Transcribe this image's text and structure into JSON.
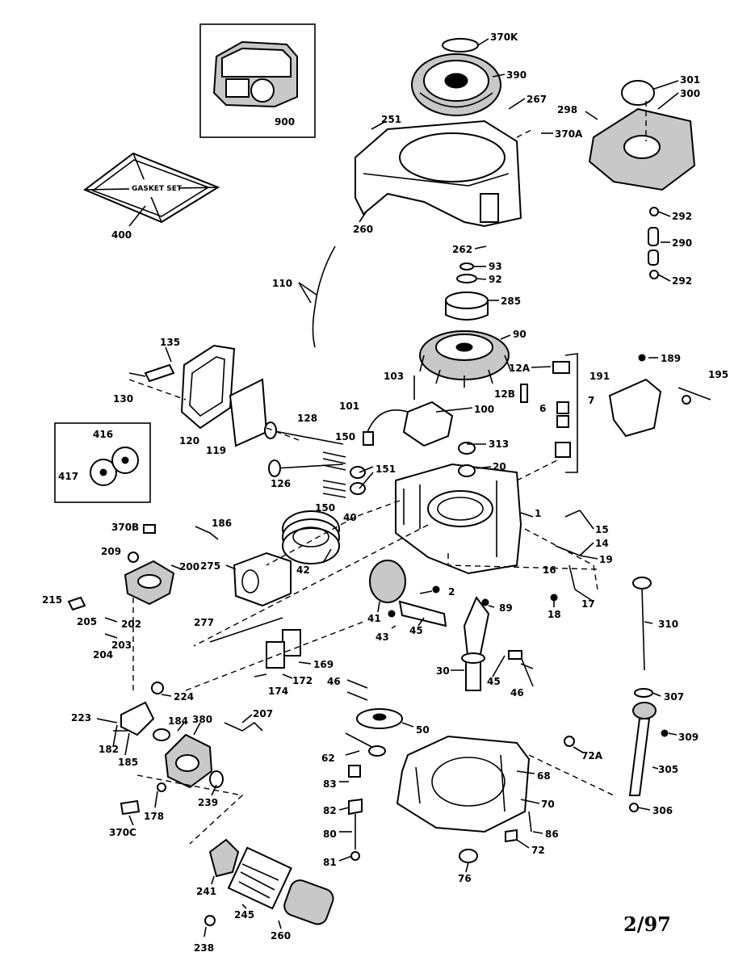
{
  "diagram": {
    "date_code": "2/97",
    "gasket_set_text": "GASKET SET",
    "labels": [
      {
        "id": "370K",
        "text": "370K"
      },
      {
        "id": "390",
        "text": "390"
      },
      {
        "id": "267",
        "text": "267"
      },
      {
        "id": "251",
        "text": "251"
      },
      {
        "id": "370A",
        "text": "370A"
      },
      {
        "id": "301",
        "text": "301"
      },
      {
        "id": "300",
        "text": "300"
      },
      {
        "id": "298",
        "text": "298"
      },
      {
        "id": "900",
        "text": "900"
      },
      {
        "id": "400",
        "text": "400"
      },
      {
        "id": "260",
        "text": "260"
      },
      {
        "id": "262",
        "text": "262"
      },
      {
        "id": "292a",
        "text": "292"
      },
      {
        "id": "290",
        "text": "290"
      },
      {
        "id": "292b",
        "text": "292"
      },
      {
        "id": "110",
        "text": "110"
      },
      {
        "id": "93",
        "text": "93"
      },
      {
        "id": "92",
        "text": "92"
      },
      {
        "id": "285",
        "text": "285"
      },
      {
        "id": "90",
        "text": "90"
      },
      {
        "id": "135",
        "text": "135"
      },
      {
        "id": "130",
        "text": "130"
      },
      {
        "id": "120",
        "text": "120"
      },
      {
        "id": "119",
        "text": "119"
      },
      {
        "id": "12A",
        "text": "12A"
      },
      {
        "id": "189",
        "text": "189"
      },
      {
        "id": "191",
        "text": "191"
      },
      {
        "id": "195",
        "text": "195"
      },
      {
        "id": "103",
        "text": "103"
      },
      {
        "id": "12B",
        "text": "12B"
      },
      {
        "id": "101",
        "text": "101"
      },
      {
        "id": "100",
        "text": "100"
      },
      {
        "id": "6",
        "text": "6"
      },
      {
        "id": "7",
        "text": "7"
      },
      {
        "id": "128",
        "text": "128"
      },
      {
        "id": "150a",
        "text": "150"
      },
      {
        "id": "126",
        "text": "126"
      },
      {
        "id": "151",
        "text": "151"
      },
      {
        "id": "150b",
        "text": "150"
      },
      {
        "id": "313",
        "text": "313"
      },
      {
        "id": "20",
        "text": "20"
      },
      {
        "id": "416",
        "text": "416"
      },
      {
        "id": "417",
        "text": "417"
      },
      {
        "id": "40",
        "text": "40"
      },
      {
        "id": "1",
        "text": "1"
      },
      {
        "id": "370B",
        "text": "370B"
      },
      {
        "id": "186",
        "text": "186"
      },
      {
        "id": "15",
        "text": "15"
      },
      {
        "id": "14",
        "text": "14"
      },
      {
        "id": "19",
        "text": "19"
      },
      {
        "id": "209",
        "text": "209"
      },
      {
        "id": "200",
        "text": "200"
      },
      {
        "id": "275",
        "text": "275"
      },
      {
        "id": "42",
        "text": "42"
      },
      {
        "id": "16",
        "text": "16"
      },
      {
        "id": "17",
        "text": "17"
      },
      {
        "id": "18",
        "text": "18"
      },
      {
        "id": "215",
        "text": "215"
      },
      {
        "id": "205",
        "text": "205"
      },
      {
        "id": "202",
        "text": "202"
      },
      {
        "id": "203",
        "text": "203"
      },
      {
        "id": "204",
        "text": "204"
      },
      {
        "id": "2",
        "text": "2"
      },
      {
        "id": "89",
        "text": "89"
      },
      {
        "id": "41",
        "text": "41"
      },
      {
        "id": "43",
        "text": "43"
      },
      {
        "id": "45a",
        "text": "45"
      },
      {
        "id": "277",
        "text": "277"
      },
      {
        "id": "310",
        "text": "310"
      },
      {
        "id": "169",
        "text": "169"
      },
      {
        "id": "172",
        "text": "172"
      },
      {
        "id": "174",
        "text": "174"
      },
      {
        "id": "30",
        "text": "30"
      },
      {
        "id": "45b",
        "text": "45"
      },
      {
        "id": "46a",
        "text": "46"
      },
      {
        "id": "46b",
        "text": "46"
      },
      {
        "id": "307",
        "text": "307"
      },
      {
        "id": "224",
        "text": "224"
      },
      {
        "id": "207",
        "text": "207"
      },
      {
        "id": "223",
        "text": "223"
      },
      {
        "id": "184",
        "text": "184"
      },
      {
        "id": "380",
        "text": "380"
      },
      {
        "id": "182",
        "text": "182"
      },
      {
        "id": "185",
        "text": "185"
      },
      {
        "id": "50",
        "text": "50"
      },
      {
        "id": "309",
        "text": "309"
      },
      {
        "id": "62",
        "text": "62"
      },
      {
        "id": "72A",
        "text": "72A"
      },
      {
        "id": "305",
        "text": "305"
      },
      {
        "id": "239",
        "text": "239"
      },
      {
        "id": "83",
        "text": "83"
      },
      {
        "id": "68",
        "text": "68"
      },
      {
        "id": "178",
        "text": "178"
      },
      {
        "id": "70",
        "text": "70"
      },
      {
        "id": "306",
        "text": "306"
      },
      {
        "id": "370C",
        "text": "370C"
      },
      {
        "id": "82",
        "text": "82"
      },
      {
        "id": "80",
        "text": "80"
      },
      {
        "id": "86",
        "text": "86"
      },
      {
        "id": "72",
        "text": "72"
      },
      {
        "id": "81",
        "text": "81"
      },
      {
        "id": "76",
        "text": "76"
      },
      {
        "id": "241",
        "text": "241"
      },
      {
        "id": "245",
        "text": "245"
      },
      {
        "id": "260",
        "text": "260"
      },
      {
        "id": "238",
        "text": "238"
      }
    ]
  }
}
